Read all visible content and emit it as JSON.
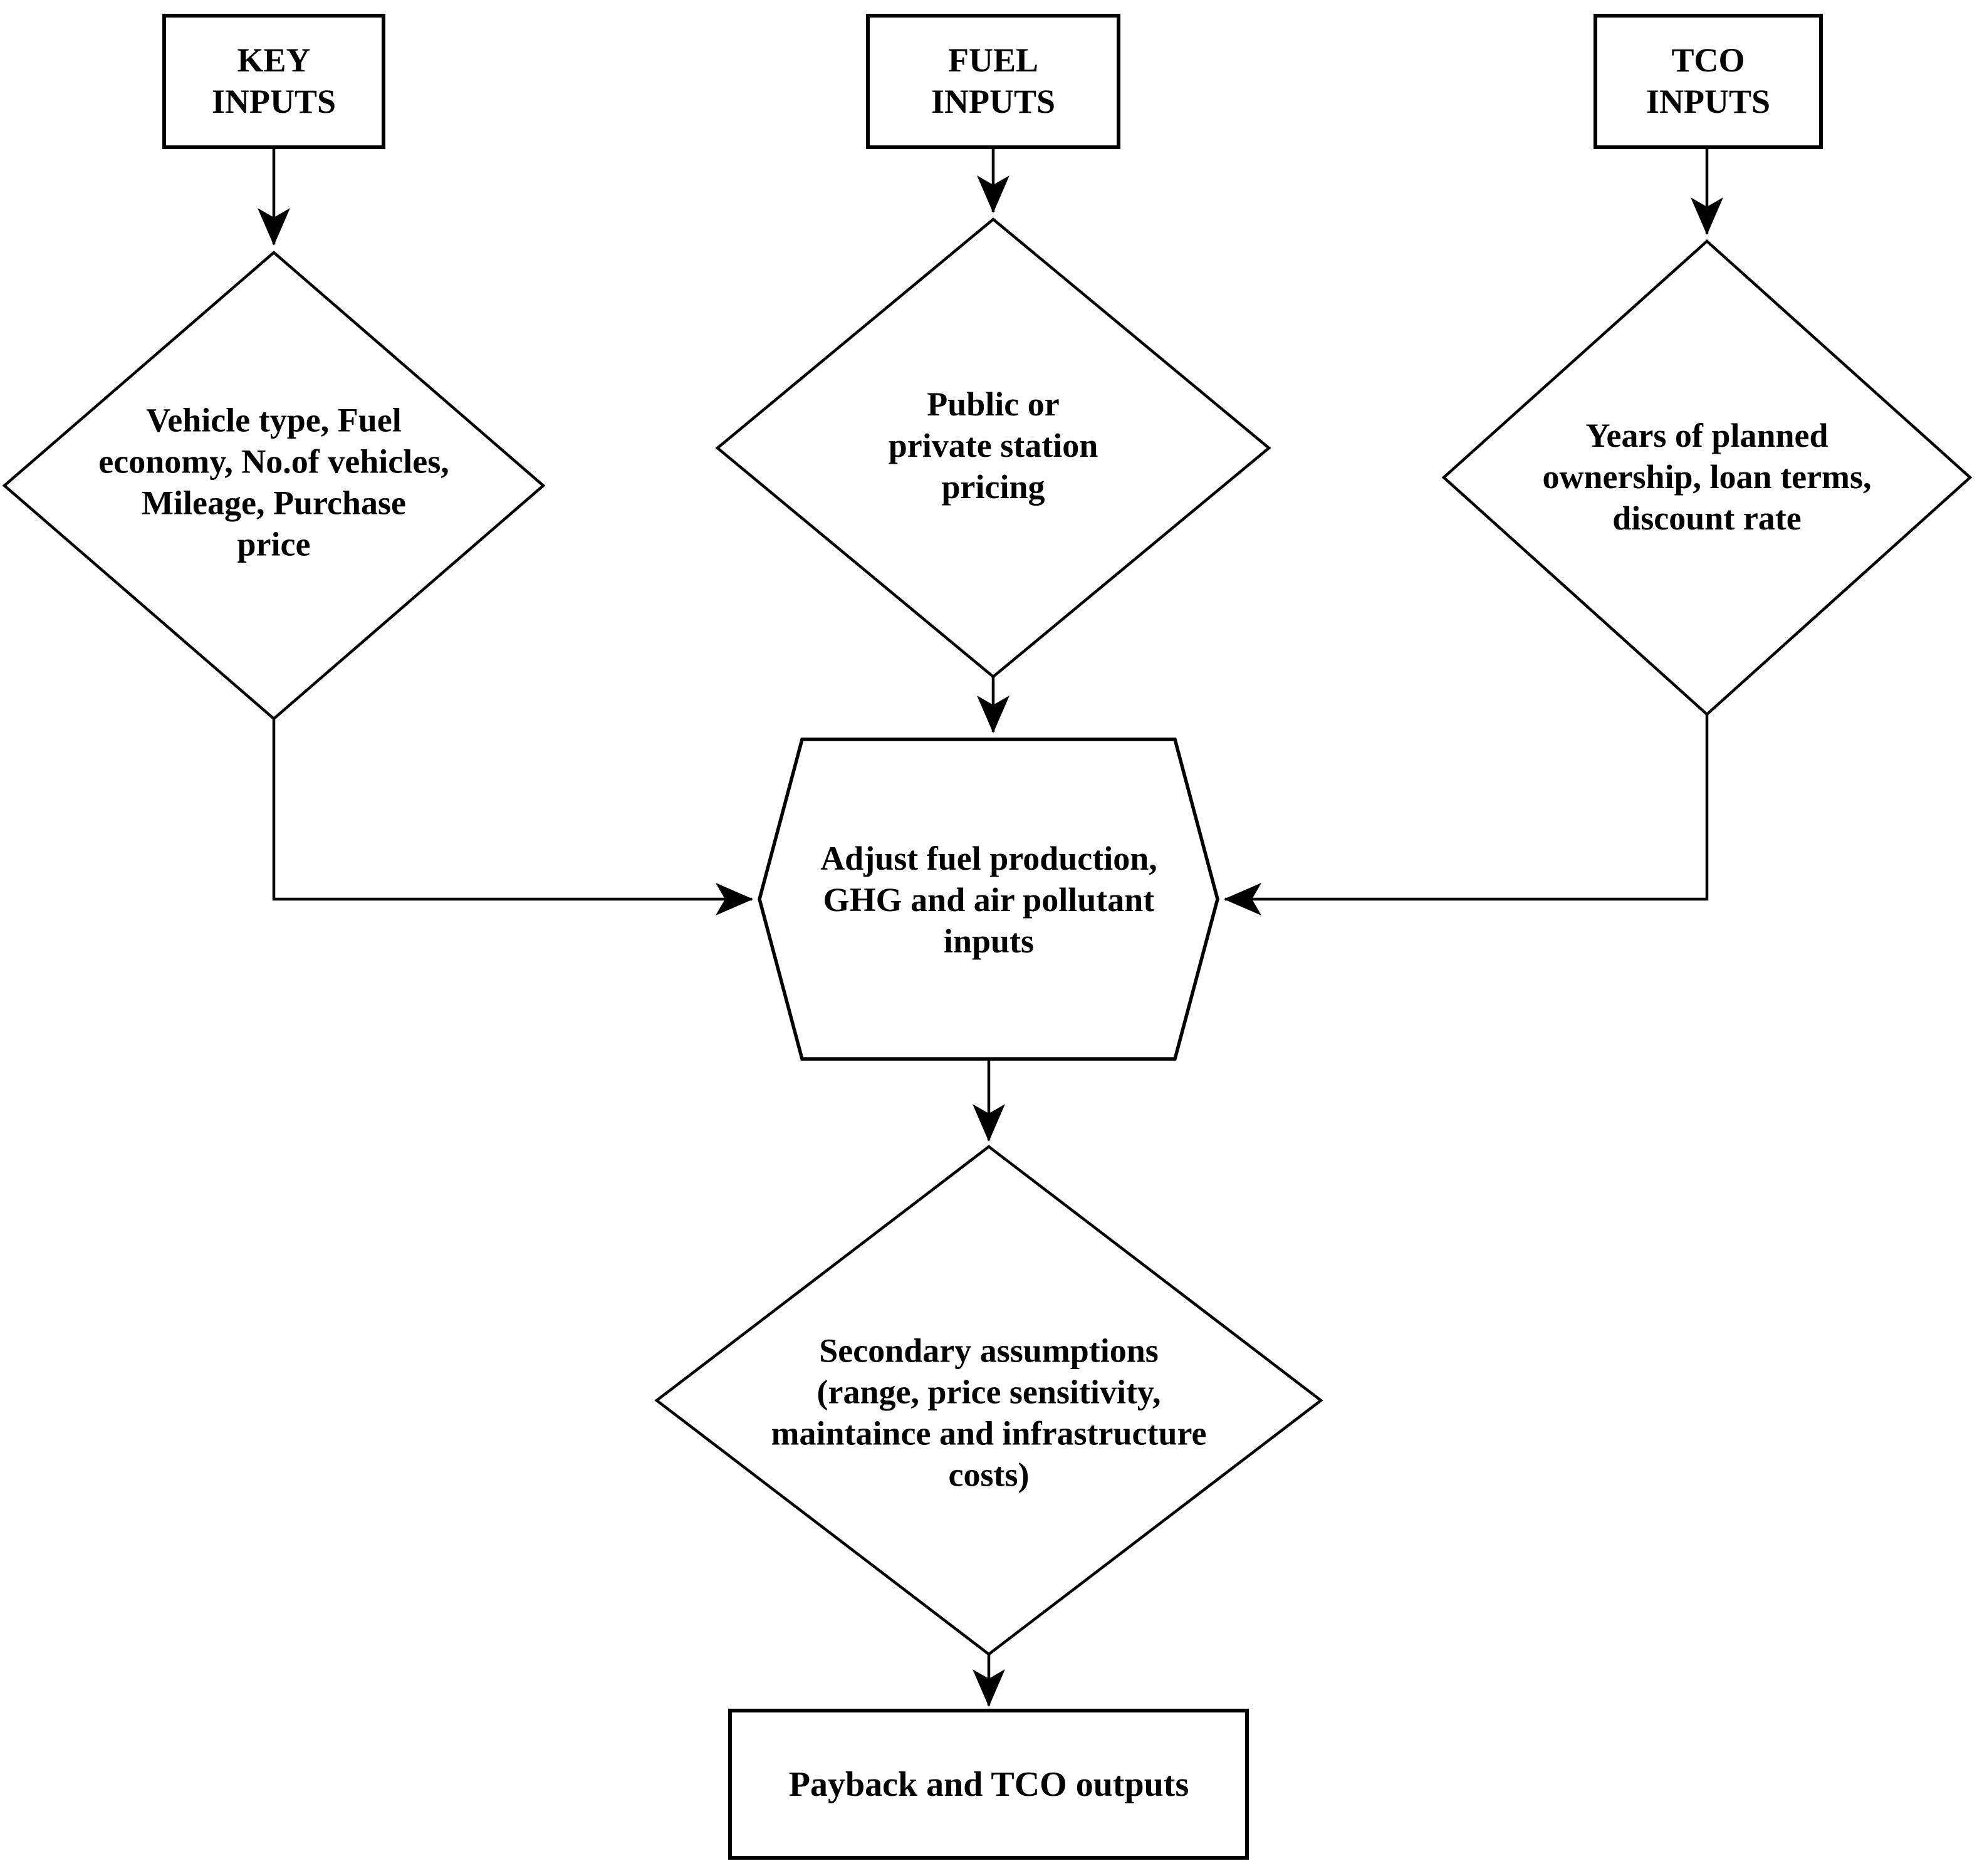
{
  "diagram": {
    "type": "flowchart",
    "colors": {
      "background": "#ffffff",
      "stroke": "#000000",
      "text": "#000000"
    },
    "nodes": {
      "key_inputs": {
        "shape": "rectangle",
        "label": "KEY\nINPUTS"
      },
      "fuel_inputs": {
        "shape": "rectangle",
        "label": "FUEL\nINPUTS"
      },
      "tco_inputs": {
        "shape": "rectangle",
        "label": "TCO\nINPUTS"
      },
      "key_details": {
        "shape": "diamond",
        "label": "Vehicle type, Fuel\neconomy, No.of vehicles,\nMileage, Purchase\nprice"
      },
      "fuel_details": {
        "shape": "diamond",
        "label": "Public or\nprivate station\npricing"
      },
      "tco_details": {
        "shape": "diamond",
        "label": "Years of planned\nownership, loan terms,\ndiscount rate"
      },
      "adjust": {
        "shape": "hexagon",
        "label": "Adjust fuel production,\nGHG and air pollutant\ninputs"
      },
      "secondary": {
        "shape": "diamond",
        "label": "Secondary assumptions\n(range, price sensitivity,\nmaintaince and infrastructure\ncosts)"
      },
      "outputs": {
        "shape": "rectangle",
        "label": "Payback and TCO outputs"
      }
    },
    "edges": [
      {
        "from": "key_inputs",
        "to": "key_details"
      },
      {
        "from": "fuel_inputs",
        "to": "fuel_details"
      },
      {
        "from": "tco_inputs",
        "to": "tco_details"
      },
      {
        "from": "key_details",
        "to": "adjust"
      },
      {
        "from": "fuel_details",
        "to": "adjust"
      },
      {
        "from": "tco_details",
        "to": "adjust"
      },
      {
        "from": "adjust",
        "to": "secondary"
      },
      {
        "from": "secondary",
        "to": "outputs"
      }
    ]
  }
}
